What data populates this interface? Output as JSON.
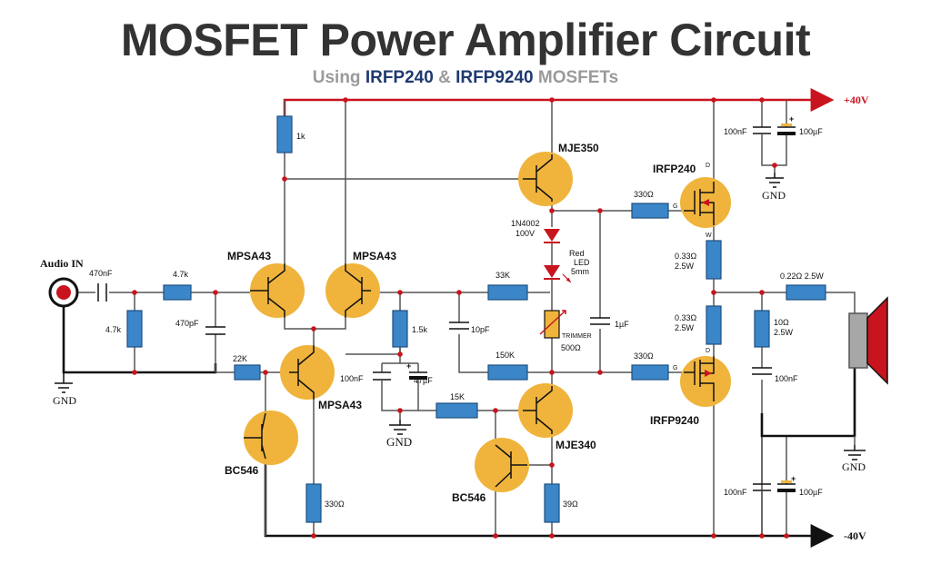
{
  "title": "MOSFET Power Amplifier Circuit",
  "subtitle": {
    "prefix": "Using ",
    "part1": "IRFP240",
    "mid": " & ",
    "part2": "IRFP9240",
    "suffix": " MOSFETs"
  },
  "colors": {
    "title": "#333333",
    "subtitle": "#9a9a9a",
    "part_highlight": "#1f3a6e",
    "rail": "#c8141e",
    "resistor": "#3a86c8",
    "transistor": "#f0b43c"
  },
  "rails": {
    "positive": "+40V",
    "negative": "-40V"
  },
  "input": {
    "label": "Audio IN",
    "gnd": "GND"
  },
  "grounds": {
    "supply_top": "GND",
    "mid": "GND",
    "speaker": "GND"
  },
  "resistors": {
    "r_1k": "1k",
    "r_4k7_series": "4.7k",
    "r_4k7_shunt": "4.7k",
    "r_22k": "22K",
    "r_1k5": "1.5k",
    "r_330_bottom": "330Ω",
    "r_33k": "33K",
    "r_150k": "150K",
    "r_15k": "15K",
    "r_39": "39Ω",
    "r_330_top_gate": "330Ω",
    "r_330_bot_gate": "330Ω",
    "r_033_top": "0.33Ω\n2.5W",
    "r_033_bot": "0.33Ω\n2.5W",
    "r_022": "0.22Ω 2.5W",
    "r_10": "10Ω\n2.5W"
  },
  "capacitors": {
    "c_in": "470nF",
    "c_470p": "470pF",
    "c_10p": "10pF",
    "c_1u": "1µF",
    "c_100n_mid": "100nF",
    "c_47u": "47µF",
    "c_100n_top": "100nF",
    "c_100u_top": "100µF",
    "c_100n_bot": "100nF",
    "c_100u_bot": "100µF",
    "c_100n_zobel": "100nF"
  },
  "semiconductors": {
    "q_mpsa43_a": "MPSA43",
    "q_mpsa43_b": "MPSA43",
    "q_mpsa43_c": "MPSA43",
    "q_bc546_a": "BC546",
    "q_bc546_b": "BC546",
    "q_mje350": "MJE350",
    "q_mje340": "MJE340",
    "q_irfp240": "IRFP240",
    "q_irfp9240": "IRFP9240",
    "d_1n4002": "1N4002",
    "d_1n4002_v": "100V",
    "led_line1": "Red",
    "led_line2": "LED",
    "led_line3": "5mm",
    "trimmer_label": "TRIMMER",
    "trimmer_value": "500Ω"
  },
  "pins": {
    "d_top": "D",
    "g_top": "G",
    "s_top": "W",
    "d_bot": "D",
    "g_bot": "G"
  }
}
